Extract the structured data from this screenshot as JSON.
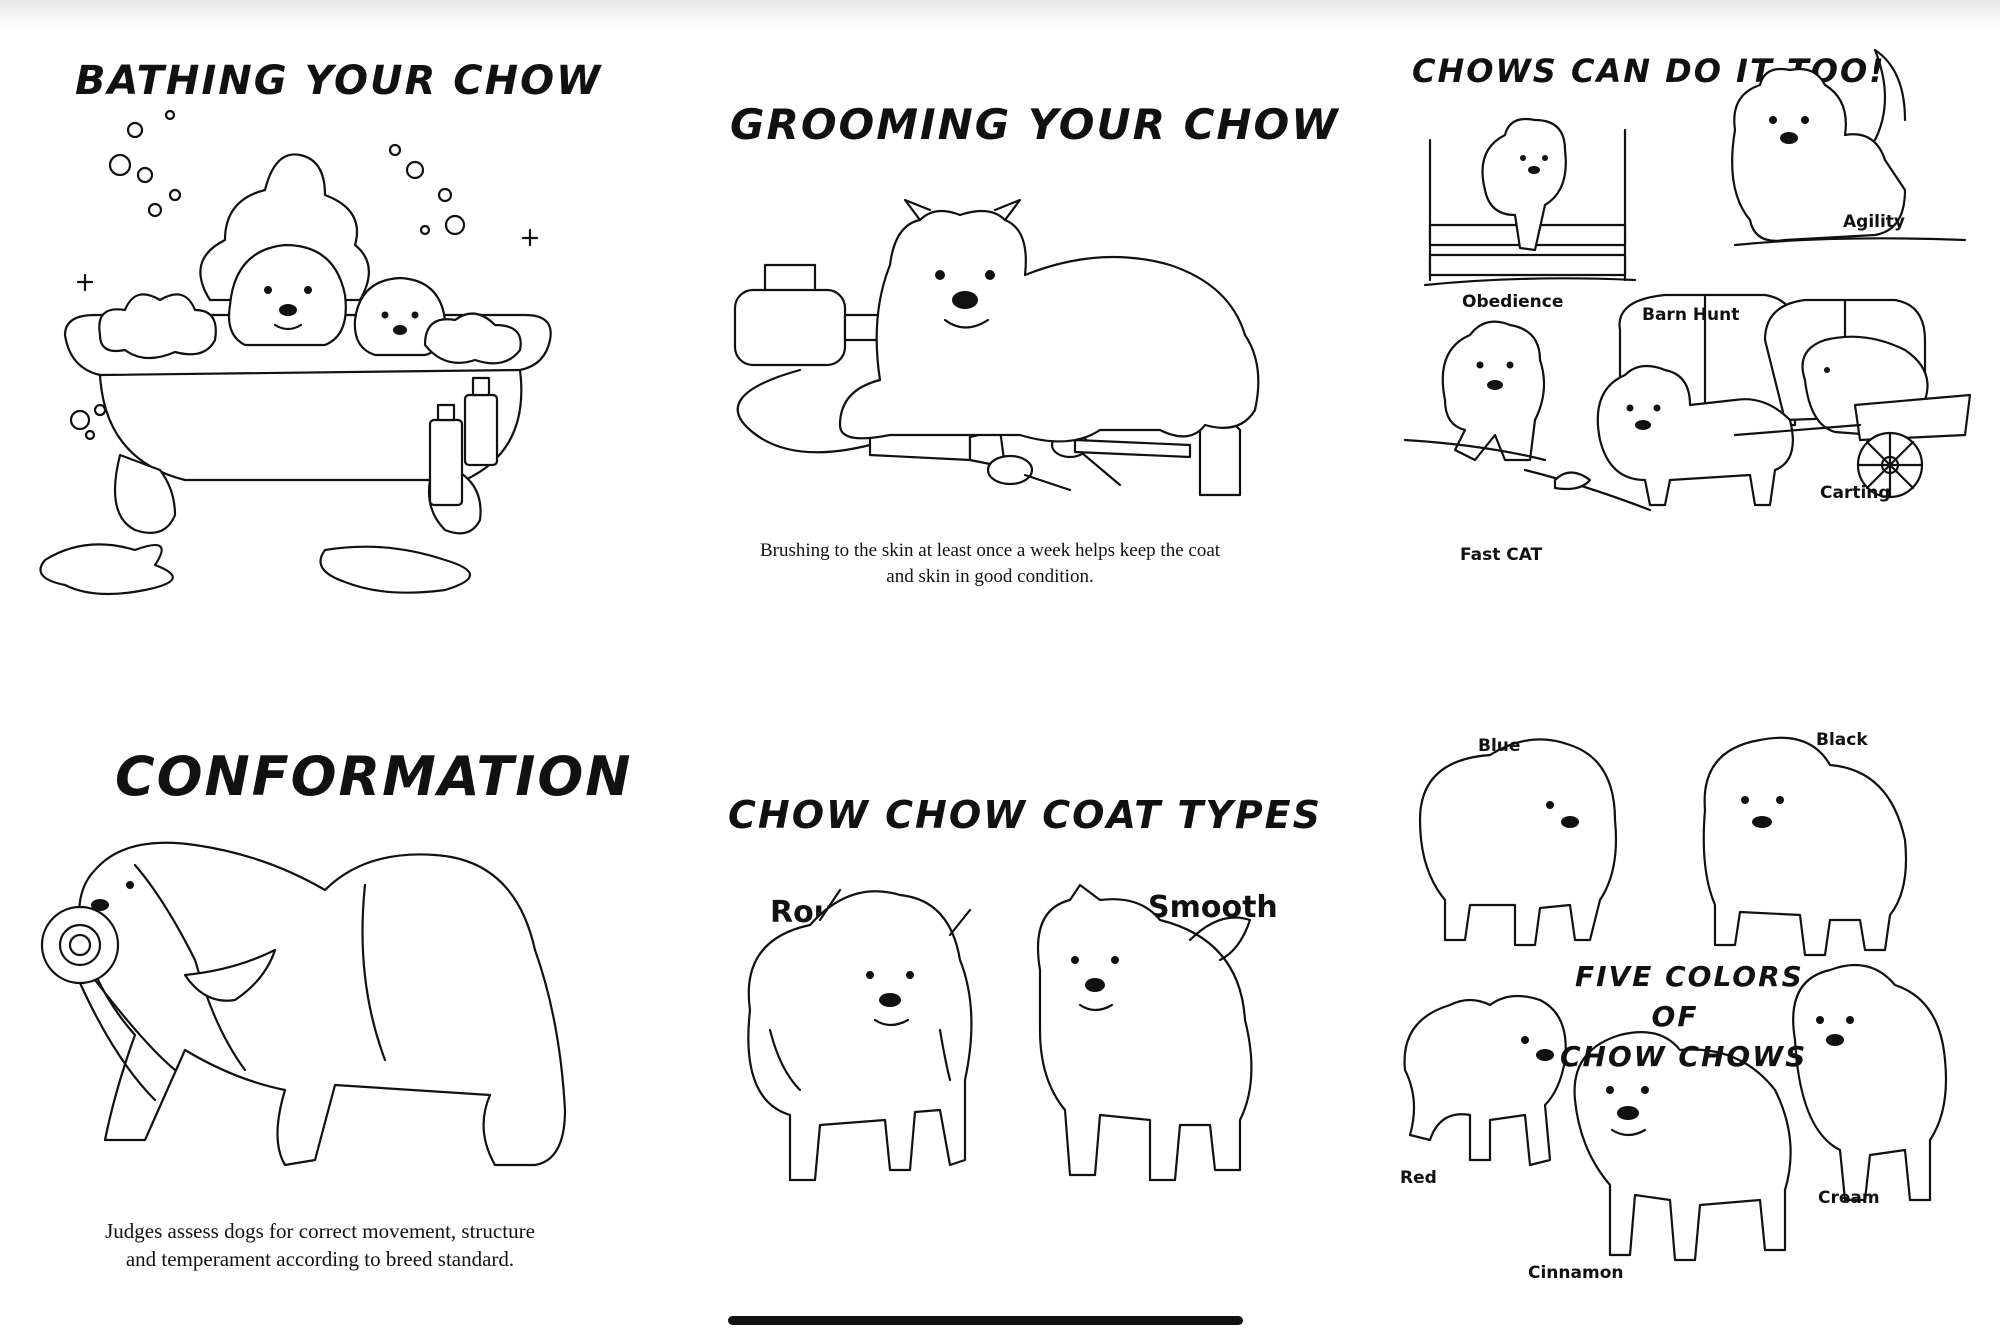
{
  "panels": {
    "bathing": {
      "title": "BATHING YOUR CHOW"
    },
    "grooming": {
      "title": "GROOMING YOUR CHOW",
      "caption_line1": "Brushing to the skin at least once a week helps keep the coat",
      "caption_line2": "and skin in good condition."
    },
    "sports": {
      "title": "CHOWS CAN DO IT TOO!",
      "labels": {
        "obedience": "Obedience",
        "agility": "Agility",
        "barn_hunt": "Barn Hunt",
        "fast_cat": "Fast CAT",
        "carting": "Carting"
      }
    },
    "conformation": {
      "title": "CONFORMATION",
      "caption_line1": "Judges assess dogs for correct movement, structure",
      "caption_line2": "and temperament according to breed standard."
    },
    "coat_types": {
      "title": "CHOW CHOW COAT TYPES",
      "labels": {
        "rough": "Rough",
        "smooth": "Smooth"
      }
    },
    "colors": {
      "title_line1": "FIVE COLORS",
      "title_line2": "OF",
      "title_line3": "CHOW CHOWS",
      "labels": {
        "blue": "Blue",
        "black": "Black",
        "red": "Red",
        "cream": "Cream",
        "cinnamon": "Cinnamon"
      }
    }
  },
  "icons": {
    "bath": "bathtub-illustration",
    "grooming": "grooming-tools-illustration",
    "sports": "dog-sports-illustration",
    "conformation": "show-dog-illustration",
    "coats": "coat-types-illustration",
    "colors": "five-colors-illustration"
  }
}
